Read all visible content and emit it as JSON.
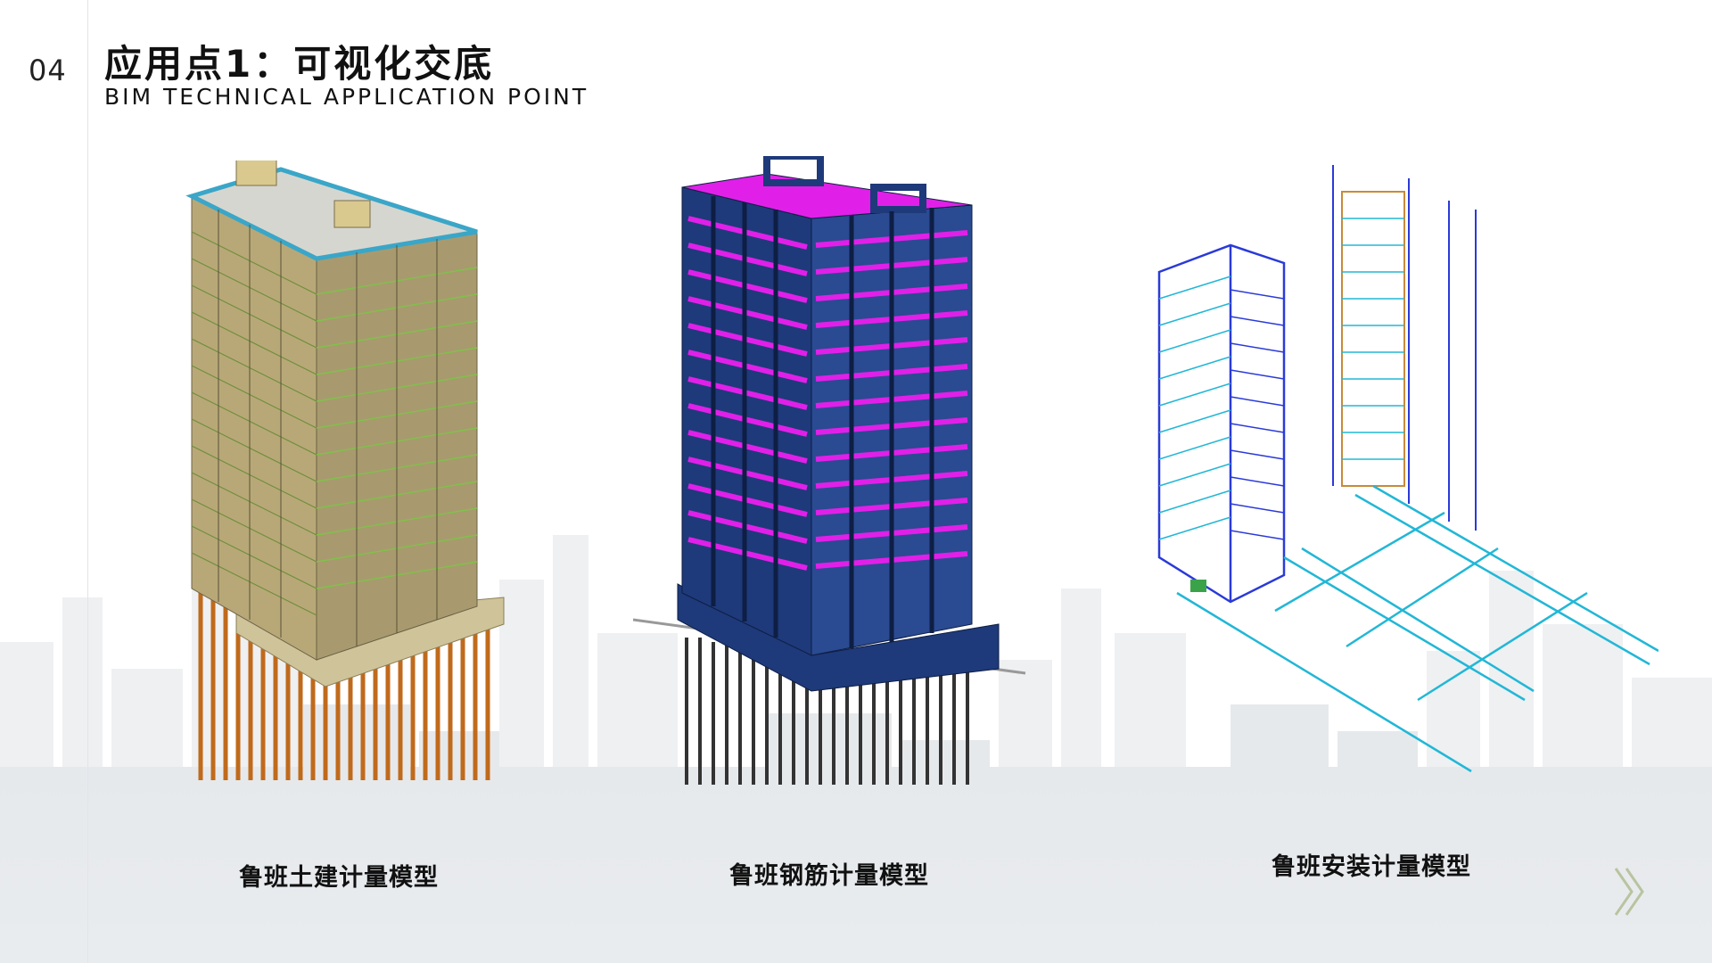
{
  "header": {
    "page_number": "04",
    "title": "应用点1：可视化交底",
    "subtitle": "BIM TECHNICAL APPLICATION POINT"
  },
  "models": [
    {
      "caption": "鲁班土建计量模型",
      "image": "civil-building-model"
    },
    {
      "caption": "鲁班钢筋计量模型",
      "image": "rebar-building-model"
    },
    {
      "caption": "鲁班安装计量模型",
      "image": "mep-installation-model"
    }
  ],
  "decoration": {
    "next_icon": "double-chevron-right-icon",
    "colors": {
      "civil_facade": "#b8a878",
      "civil_accent": "#7fc24a",
      "civil_roof": "#3aa6c8",
      "piles": "#c06a1c",
      "rebar_pink": "#e020e8",
      "rebar_blue": "#1e3a7a",
      "pipe_cyan": "#22b7d6",
      "pipe_blue": "#2a3ad8",
      "chevron": "#b9c4a0"
    }
  }
}
